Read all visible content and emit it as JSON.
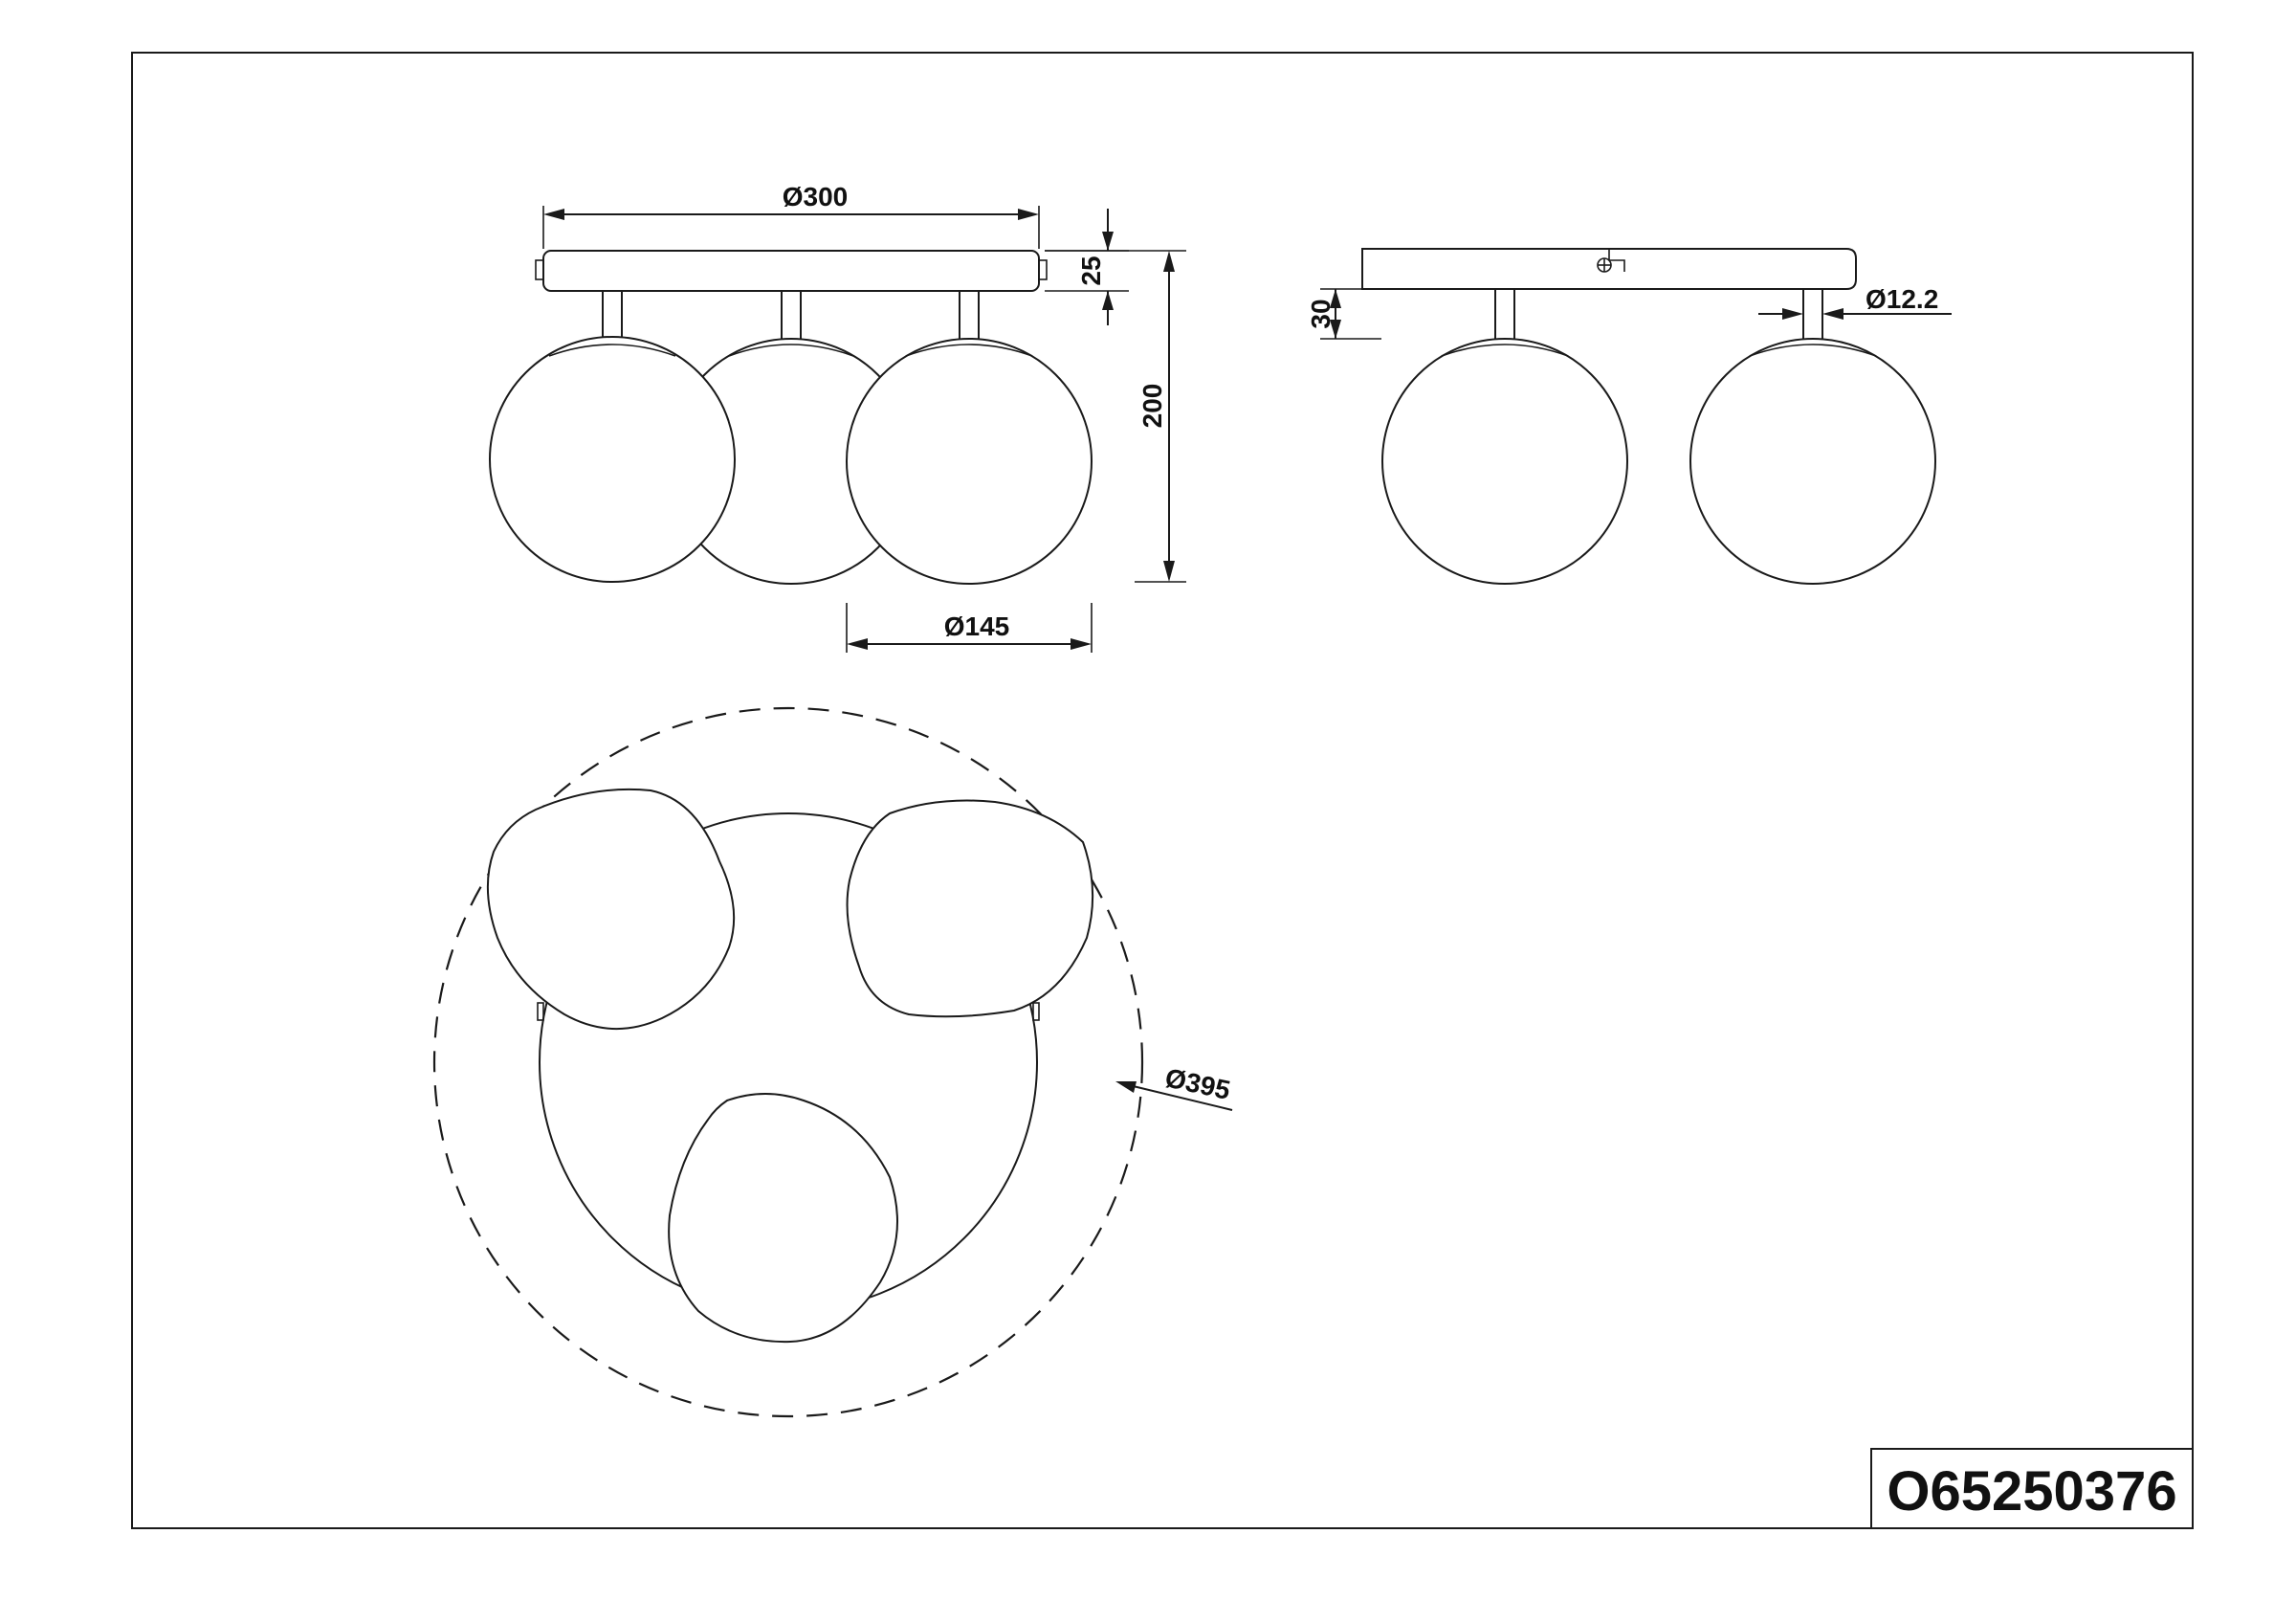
{
  "dimensions": {
    "canopy_width": "Ø300",
    "canopy_height": "25",
    "total_height": "200",
    "globe_diameter": "Ø145",
    "stem_length": "30",
    "stem_diameter": "Ø12.2",
    "spread_diameter": "Ø395"
  },
  "article_number": "O65250376"
}
